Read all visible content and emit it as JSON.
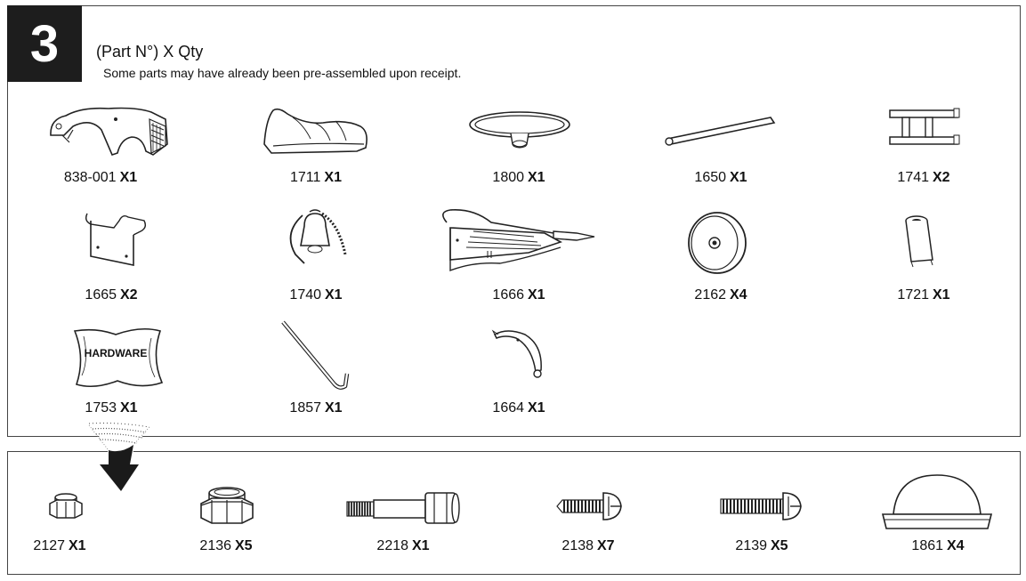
{
  "step": {
    "number": "3"
  },
  "header": {
    "title": "(Part N°) X Qty",
    "subtitle": "Some parts may have already been pre-assembled upon receipt."
  },
  "parts": [
    {
      "part_no": "838-001",
      "qty": "X1",
      "icon": "car-body-icon"
    },
    {
      "part_no": "1711",
      "qty": "X1",
      "icon": "seat-icon"
    },
    {
      "part_no": "1800",
      "qty": "X1",
      "icon": "steering-wheel-icon"
    },
    {
      "part_no": "1650",
      "qty": "X1",
      "icon": "axle-rod-icon"
    },
    {
      "part_no": "1741",
      "qty": "X2",
      "icon": "frame-bracket-icon"
    },
    {
      "part_no": "1665",
      "qty": "X2",
      "icon": "mounting-bracket-icon"
    },
    {
      "part_no": "1740",
      "qty": "X1",
      "icon": "bell-icon"
    },
    {
      "part_no": "1666",
      "qty": "X1",
      "icon": "rear-rack-icon"
    },
    {
      "part_no": "2162",
      "qty": "X4",
      "icon": "wheel-icon"
    },
    {
      "part_no": "1721",
      "qty": "X1",
      "icon": "column-sleeve-icon"
    },
    {
      "part_no": "1753",
      "qty": "X1",
      "icon": "hardware-bag-icon",
      "bag_text": "HARDWARE"
    },
    {
      "part_no": "1857",
      "qty": "X1",
      "icon": "hook-rod-icon"
    },
    {
      "part_no": "1664",
      "qty": "X1",
      "icon": "strap-bracket-icon"
    }
  ],
  "hardware": [
    {
      "part_no": "2127",
      "qty": "X1",
      "icon": "small-nut-icon"
    },
    {
      "part_no": "2136",
      "qty": "X5",
      "icon": "large-nut-icon"
    },
    {
      "part_no": "2218",
      "qty": "X1",
      "icon": "shoulder-bolt-icon"
    },
    {
      "part_no": "2138",
      "qty": "X7",
      "icon": "short-screw-icon"
    },
    {
      "part_no": "2139",
      "qty": "X5",
      "icon": "long-screw-icon"
    },
    {
      "part_no": "1861",
      "qty": "X4",
      "icon": "hubcap-icon"
    }
  ]
}
